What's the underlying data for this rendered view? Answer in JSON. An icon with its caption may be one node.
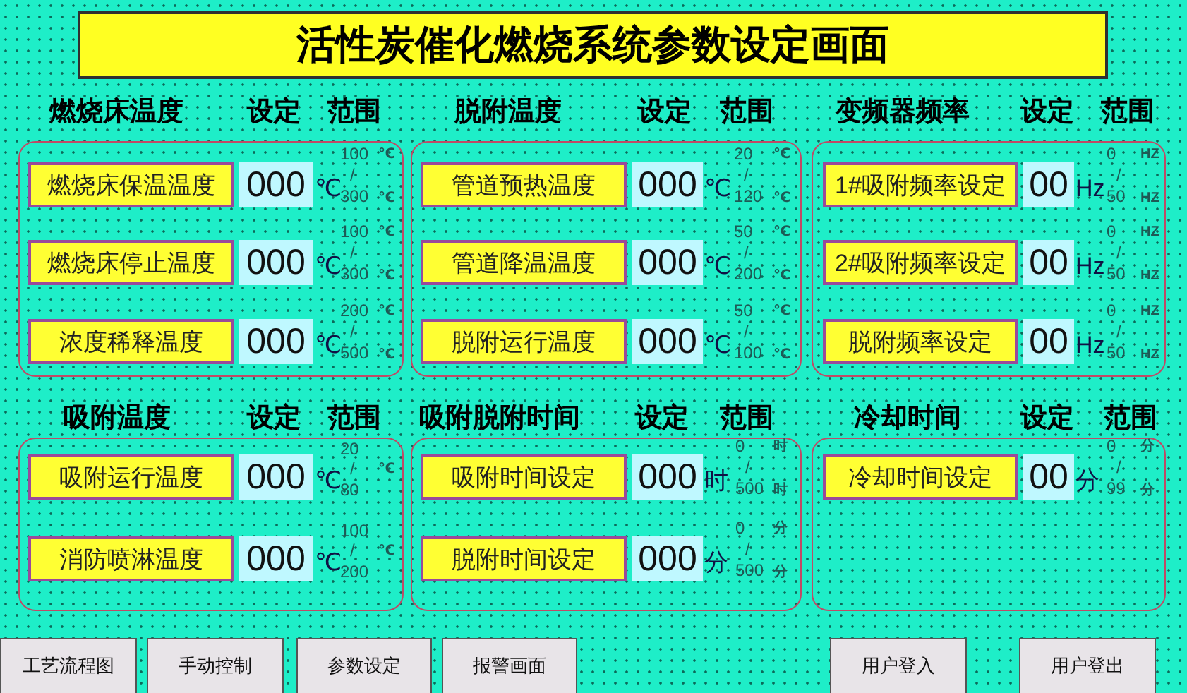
{
  "diagram": {
    "title": "活性炭催化燃烧系统参数设定画面",
    "nodes": [
      {
        "text": [
          "燃烧床温度",
          "设定",
          "范围"
        ]
      },
      {
        "text": [
          "燃烧床保温温度"
        ],
        "in": 0
      },
      {
        "text": [
          "000"
        ],
        "in": 0,
        "beside": [
          "℃",
          "100",
          "℃",
          "/",
          "300",
          "℃"
        ]
      },
      {
        "text": [
          "燃烧床停止温度"
        ],
        "in": 0
      },
      {
        "text": [
          "000"
        ],
        "in": 0,
        "beside": [
          "℃",
          "100",
          "℃",
          "/",
          "300",
          "℃"
        ]
      },
      {
        "text": [
          "浓度稀释温度"
        ],
        "in": 0
      },
      {
        "text": [
          "000"
        ],
        "in": 0,
        "beside": [
          "℃",
          "200",
          "℃",
          "/",
          "500",
          "℃"
        ]
      },
      {
        "text": [
          "脱附温度",
          "设定",
          "范围"
        ]
      },
      {
        "text": [
          "管道预热温度"
        ],
        "in": 7
      },
      {
        "text": [
          "000"
        ],
        "in": 7,
        "beside": [
          "℃",
          "20",
          "℃",
          "/",
          "120",
          "℃"
        ]
      },
      {
        "text": [
          "管道降温温度"
        ],
        "in": 7
      },
      {
        "text": [
          "000"
        ],
        "in": 7,
        "beside": [
          "℃",
          "50",
          "℃",
          "/",
          "200",
          "℃"
        ]
      },
      {
        "text": [
          "脱附运行温度"
        ],
        "in": 7
      },
      {
        "text": [
          "000"
        ],
        "in": 7,
        "beside": [
          "℃",
          "50",
          "℃",
          "/",
          "100",
          "℃"
        ]
      },
      {
        "text": [
          "变频器频率",
          "设定",
          "范围"
        ]
      },
      {
        "text": [
          "1#吸附频率设定"
        ],
        "in": 14
      },
      {
        "text": [
          "00"
        ],
        "in": 14,
        "beside": [
          "Hz",
          "0",
          "HZ",
          "/",
          "50",
          "HZ"
        ]
      },
      {
        "text": [
          "2#吸附频率设定"
        ],
        "in": 14
      },
      {
        "text": [
          "00"
        ],
        "in": 14,
        "beside": [
          "Hz",
          "0",
          "HZ",
          "/",
          "50",
          "HZ"
        ]
      },
      {
        "text": [
          "脱附频率设定"
        ],
        "in": 14
      },
      {
        "text": [
          "00"
        ],
        "in": 14,
        "beside": [
          "Hz",
          "0",
          "HZ",
          "/",
          "50",
          "HZ"
        ]
      },
      {
        "text": [
          "吸附温度",
          "设定",
          "范围"
        ]
      },
      {
        "text": [
          "吸附运行温度"
        ],
        "in": 21
      },
      {
        "text": [
          "000"
        ],
        "in": 21,
        "beside": [
          "℃",
          "20",
          "/",
          "80",
          "℃"
        ]
      },
      {
        "text": [
          "消防喷淋温度"
        ],
        "in": 21
      },
      {
        "text": [
          "000"
        ],
        "in": 21,
        "beside": [
          "℃",
          "100",
          "/",
          "200",
          "℃"
        ]
      },
      {
        "text": [
          "吸附脱附时间",
          "设定",
          "范围"
        ]
      },
      {
        "text": [
          "吸附时间设定"
        ],
        "in": 26
      },
      {
        "text": [
          "000"
        ],
        "in": 26,
        "beside": [
          "时",
          "0",
          "时",
          "/",
          "500",
          "时"
        ]
      },
      {
        "text": [
          "脱附时间设定"
        ],
        "in": 26
      },
      {
        "text": [
          "000"
        ],
        "in": 26,
        "beside": [
          "分",
          "0",
          "分",
          "/",
          "500",
          "分"
        ]
      },
      {
        "text": [
          "冷却时间",
          "设定",
          "范围"
        ]
      },
      {
        "text": [
          "冷却时间设定"
        ],
        "in": 31
      },
      {
        "text": [
          "00"
        ],
        "in": 31,
        "beside": [
          "分",
          "0",
          "分",
          "/",
          "99",
          "分"
        ]
      },
      {
        "text": [
          "工艺流程图"
        ]
      },
      {
        "text": [
          "手动控制"
        ]
      },
      {
        "text": [
          "参数设定"
        ]
      },
      {
        "text": [
          "报警画面"
        ]
      },
      {
        "text": [
          "用户登入"
        ]
      },
      {
        "text": [
          "用户登出"
        ]
      }
    ]
  }
}
